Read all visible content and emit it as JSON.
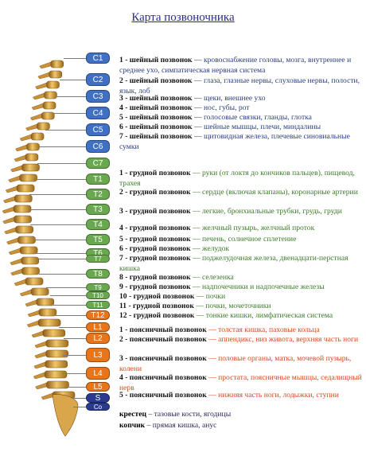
{
  "title": "Карта позвоночника",
  "colors": {
    "cervical": "#3f70c4",
    "thoracic": "#6aa84f",
    "lumbar": "#e8751a",
    "sacral": "#2a3b8f",
    "text_cervical": "#2a3d80",
    "text_thoracic": "#3d7a2a",
    "text_lumbar": "#d24b1e",
    "bone": "#e0b060"
  },
  "vertebrae": [
    {
      "code": "C1",
      "group": "cervical"
    },
    {
      "code": "C2",
      "group": "cervical"
    },
    {
      "code": "C3",
      "group": "cervical"
    },
    {
      "code": "C4",
      "group": "cervical"
    },
    {
      "code": "C5",
      "group": "cervical"
    },
    {
      "code": "C6",
      "group": "cervical"
    },
    {
      "code": "C7",
      "group": "thoracic"
    },
    {
      "code": "T1",
      "group": "thoracic"
    },
    {
      "code": "T2",
      "group": "thoracic"
    },
    {
      "code": "T3",
      "group": "thoracic"
    },
    {
      "code": "T4",
      "group": "thoracic"
    },
    {
      "code": "T5",
      "group": "thoracic"
    },
    {
      "code": "T6",
      "group": "thoracic"
    },
    {
      "code": "T7",
      "group": "thoracic"
    },
    {
      "code": "T8",
      "group": "thoracic"
    },
    {
      "code": "T9",
      "group": "thoracic"
    },
    {
      "code": "T10",
      "group": "thoracic"
    },
    {
      "code": "T11",
      "group": "thoracic"
    },
    {
      "code": "T12",
      "group": "lumbar"
    },
    {
      "code": "L1",
      "group": "lumbar"
    },
    {
      "code": "L2",
      "group": "lumbar"
    },
    {
      "code": "L3",
      "group": "lumbar"
    },
    {
      "code": "L4",
      "group": "lumbar"
    },
    {
      "code": "L5",
      "group": "lumbar"
    },
    {
      "code": "S",
      "group": "sacral"
    },
    {
      "code": "Co",
      "group": "sacral"
    }
  ],
  "descriptions": [
    {
      "name": "1 - шейный позвонок",
      "text": " — кровоснабжение головы, мозга, внутреннее и среднее ухо, симпатическая нервная система",
      "group": "cervical"
    },
    {
      "name": "2 - шейный позвонок",
      "text": " — глаза, глазные нервы, слуховые нервы, полости, язык, лоб",
      "group": "cervical"
    },
    {
      "name": "3 - шейный позвонок",
      "text": " — щеки, внешнее ухо",
      "group": "cervical"
    },
    {
      "name": "4 - шейный позвонок",
      "text": " — нос, губы, рот",
      "group": "cervical"
    },
    {
      "name": "5 - шейный позвонок",
      "text": " — голосовые связки, гланды, глотка",
      "group": "cervical"
    },
    {
      "name": "6 - шейный позвонок",
      "text": " — шейные мышцы, плечи, миндалины",
      "group": "cervical"
    },
    {
      "name": "7 - шейный позвонок",
      "text": " — щитовидная железа, плечевые синовиальные сумки",
      "group": "cervical"
    },
    {
      "name": "1 - грудной позвонок",
      "text": " — руки (от локтя до кончиков пальцев), пищевод, трахея",
      "group": "thoracic"
    },
    {
      "name": "2 - грудной позвонок",
      "text": " — сердце (включая клапаны), коронарные артерии",
      "group": "thoracic"
    },
    {
      "name": "3 - грудной позвонок",
      "text": " — легкие, бронхиальные трубки, грудь, груди",
      "group": "thoracic"
    },
    {
      "name": "4 - грудной позвонок",
      "text": " — желчный пузырь, желчный проток",
      "group": "thoracic"
    },
    {
      "name": "5 - грудной позвонок",
      "text": " — печень, солнечное сплетение",
      "group": "thoracic"
    },
    {
      "name": "6 - грудной позвонок",
      "text": " — желудок",
      "group": "thoracic"
    },
    {
      "name": "7 - грудной позвонок",
      "text": " — поджелудочная железа, двенадцати-перстная кишка",
      "group": "thoracic"
    },
    {
      "name": "8 - грудной позвонок",
      "text": " — селезенка",
      "group": "thoracic"
    },
    {
      "name": "9 - грудной позвонок",
      "text": " — надпочечники и надпочечные железы",
      "group": "thoracic"
    },
    {
      "name": "10 - грудной позвонок",
      "text": " — почки",
      "group": "thoracic"
    },
    {
      "name": "11 - грудной позвонок",
      "text": " — почки, мочеточники",
      "group": "thoracic"
    },
    {
      "name": "12 - грудной позвонок",
      "text": " — тонкие кишки, лимфатическая система",
      "group": "thoracic"
    },
    {
      "name": "1 - поясничный позвонок",
      "text": " — толстая кишка, паховые кольца",
      "group": "lumbar"
    },
    {
      "name": "2 - поясничный позвонок",
      "text": " — аппендикс, низ живота, верхняя часть ноги",
      "group": "lumbar"
    },
    {
      "name": "3 - поясничный позвонок",
      "text": " — половые органы, матка, мочевой пузырь, колени",
      "group": "lumbar"
    },
    {
      "name": "4 - поясничный позвонок",
      "text": " — простата, поясничные мышцы, седалищный нерв",
      "group": "lumbar"
    },
    {
      "name": "5 - поясничный позвонок",
      "text": " — нижняя часть ноги, лодыжки, ступни",
      "group": "lumbar"
    }
  ],
  "sacrum": {
    "name": "крестец",
    "text": " – тазовые кости, ягодицы"
  },
  "coccyx": {
    "name": "копчик",
    "text": " – прямая кишка, анус"
  }
}
